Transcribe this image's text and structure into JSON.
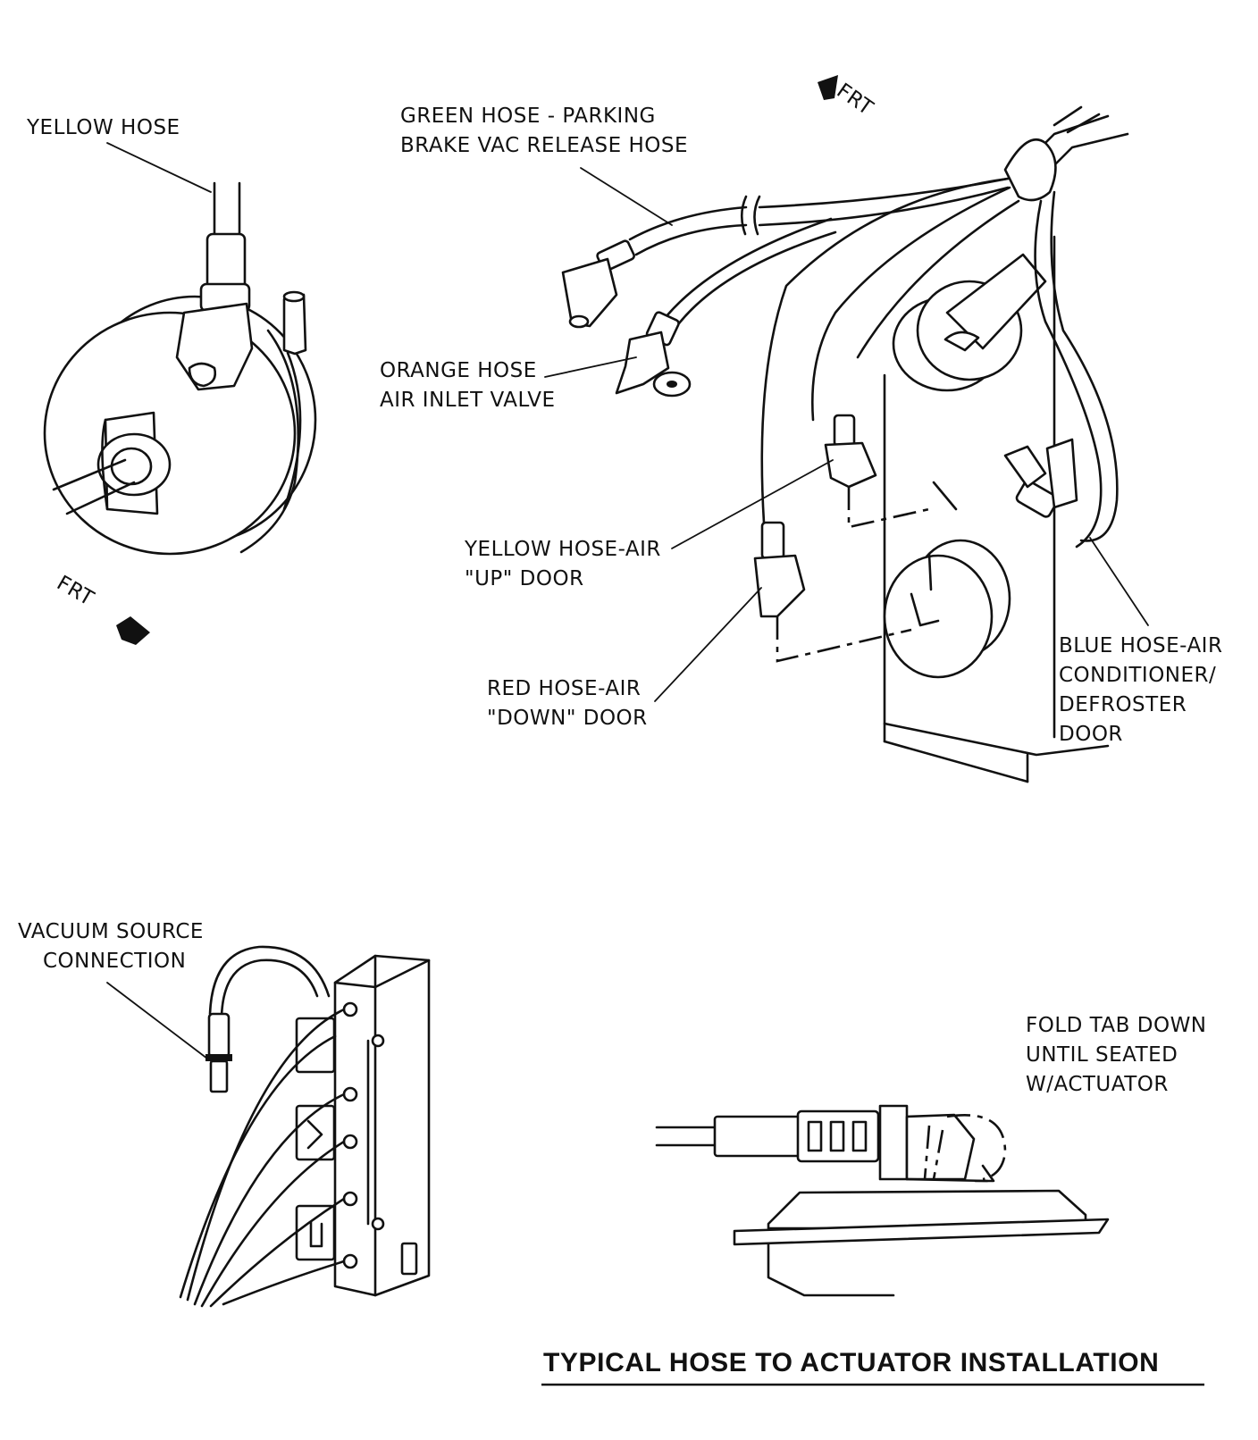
{
  "title": "TYPICAL HOSE TO ACTUATOR INSTALLATION",
  "direction_label": "FRT",
  "labels": {
    "yellow_hose": "YELLOW HOSE",
    "green_hose_1": "GREEN HOSE - PARKING",
    "green_hose_2": "BRAKE VAC RELEASE HOSE",
    "orange_hose_1": "ORANGE HOSE",
    "orange_hose_2": "AIR INLET VALVE",
    "yellow_air_1": "YELLOW HOSE-AIR",
    "yellow_air_2": "\"UP\" DOOR",
    "red_air_1": "RED HOSE-AIR",
    "red_air_2": "\"DOWN\" DOOR",
    "blue_air_1": "BLUE HOSE-AIR",
    "blue_air_2": "CONDITIONER/",
    "blue_air_3": "DEFROSTER",
    "blue_air_4": "DOOR",
    "vacuum_1": "VACUUM SOURCE",
    "vacuum_2": "CONNECTION",
    "fold_1": "FOLD TAB DOWN",
    "fold_2": "UNTIL SEATED",
    "fold_3": "W/ACTUATOR"
  }
}
